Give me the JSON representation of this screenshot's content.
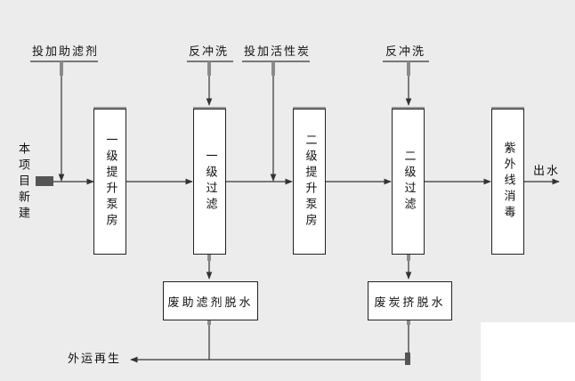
{
  "dosing": {
    "filter_aid": "投加助滤剂",
    "activated_carbon": "投加活性炭",
    "backwash_1": "反冲洗",
    "backwash_2": "反冲洗"
  },
  "inlet_label": "本项目新建",
  "outlet_label": "出水",
  "units": {
    "lift_pump_1": "一级提升泵房",
    "filter_1": "一级过滤",
    "lift_pump_2": "二级提升泵房",
    "filter_2": "二级过滤",
    "uv": "紫外线消毒"
  },
  "sludge": {
    "filter_aid_dewatering": "废助滤剂脱水",
    "carbon_dewatering": "废炭挤脱水",
    "regeneration": "外运再生"
  },
  "colors": {
    "line": "#333333",
    "box_border": "#222222",
    "box_fill": "#ffffff",
    "connector": "#8a8a8a",
    "inlet_block": "#555555",
    "background": "#ececec"
  }
}
